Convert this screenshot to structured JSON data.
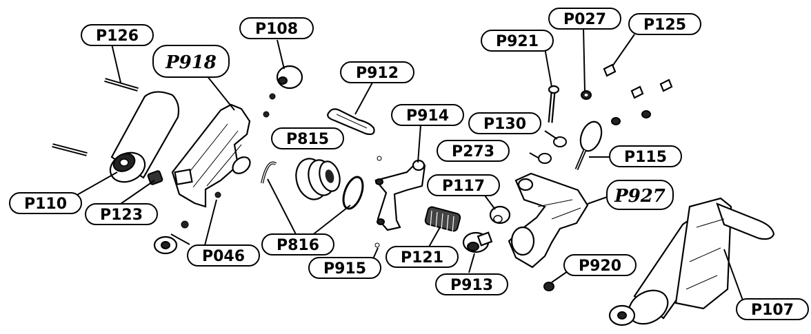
{
  "labels": {
    "P126": "P126",
    "P918": "P918",
    "P108": "P108",
    "P912": "P912",
    "P914": "P914",
    "P815": "P815",
    "P110": "P110",
    "P123": "P123",
    "P046": "P046",
    "P816": "P816",
    "P915": "P915",
    "P121": "P121",
    "P117": "P117",
    "P913": "P913",
    "P921": "P921",
    "P027": "P027",
    "P125": "P125",
    "P130": "P130",
    "P273": "P273",
    "P115": "P115",
    "P927": "P927",
    "P920": "P920",
    "P107": "P107"
  }
}
